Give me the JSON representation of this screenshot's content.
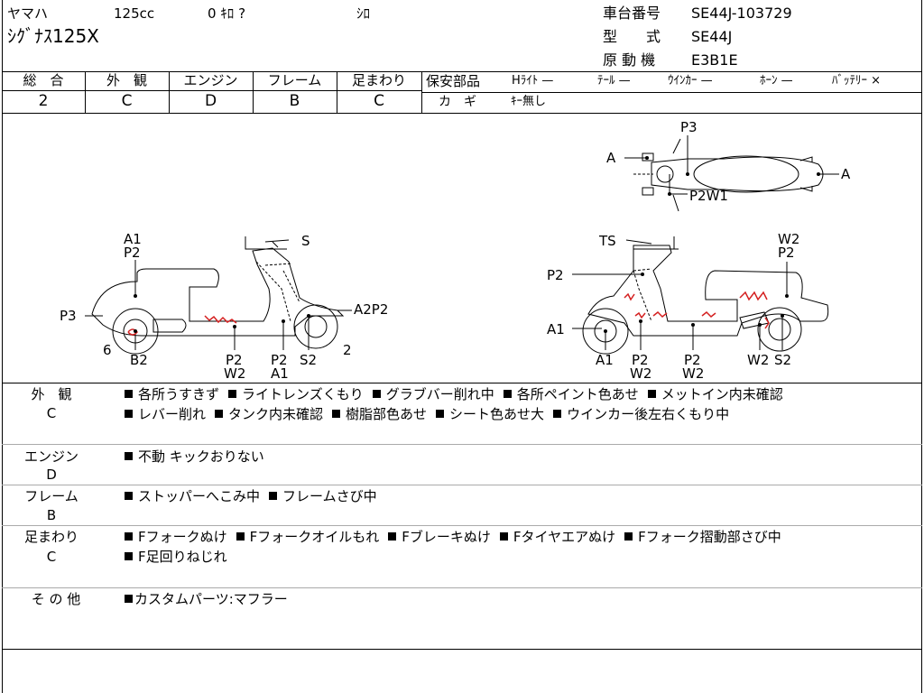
{
  "header": {
    "maker": "ヤマハ",
    "cc": "125cc",
    "mileage": "0 ｷﾛ ?",
    "color": "ｼﾛ",
    "model_name": "ｼｸﾞﾅｽ125X",
    "chassis_label": "車台番号",
    "chassis_value": "SE44J-103729",
    "type_label": "型　　式",
    "type_value": "SE44J",
    "engine_label": "原 動 機",
    "engine_value": "E3B1E"
  },
  "grades": {
    "headers": [
      "総　合",
      "外　観",
      "エンジン",
      "フレーム",
      "足まわり"
    ],
    "values": [
      "2",
      "C",
      "D",
      "B",
      "C"
    ]
  },
  "safety": {
    "label": "保安部品",
    "items": [
      "Hﾗｲﾄ —",
      "ﾃｰﾙ —",
      "ｳｲﾝｶｰ —",
      "ﾎｰﾝ —",
      "ﾊﾞｯﾃﾘｰ ×"
    ],
    "key_label": "カ　ギ",
    "key_value": "ｷｰ無し"
  },
  "diagram_labels": {
    "top": [
      "P3",
      "A",
      "A",
      "P2W1"
    ],
    "left": [
      "A1",
      "P2",
      "S",
      "P3",
      "A2P2",
      "6",
      "B2",
      "P2",
      "W2",
      "P2",
      "A1",
      "S2",
      "2"
    ],
    "right": [
      "TS",
      "W2",
      "P2",
      "P2",
      "A1",
      "A1",
      "P2",
      "W2",
      "P2",
      "W2",
      "W2",
      "S2"
    ]
  },
  "remarks": [
    {
      "name": "外　観",
      "grade": "C",
      "lines": [
        [
          "各所うすきず",
          "ライトレンズくもり",
          "グラブバー削れ中",
          "各所ペイント色あせ",
          "メットイン内未確認"
        ],
        [
          "レバー削れ",
          "タンク内未確認",
          "樹脂部色あせ",
          "シート色あせ大",
          "ウインカー後左右くもり中"
        ]
      ]
    },
    {
      "name": "エンジン",
      "grade": "D",
      "lines": [
        [
          "不動 キックおりない"
        ]
      ]
    },
    {
      "name": "フレーム",
      "grade": "B",
      "lines": [
        [
          "ストッパーへこみ中",
          "フレームさび中"
        ]
      ]
    },
    {
      "name": "足まわり",
      "grade": "C",
      "lines": [
        [
          "Fフォークぬけ",
          "Fフォークオイルもれ",
          "Fブレーキぬけ",
          "Fタイヤエアぬけ",
          "Fフォーク摺動部さび中"
        ],
        [
          "F足回りねじれ"
        ]
      ]
    }
  ],
  "other": {
    "label": "そ の 他",
    "text": "カスタムパーツ:マフラー"
  },
  "colors": {
    "damage": "#d42020",
    "line": "#000000"
  }
}
